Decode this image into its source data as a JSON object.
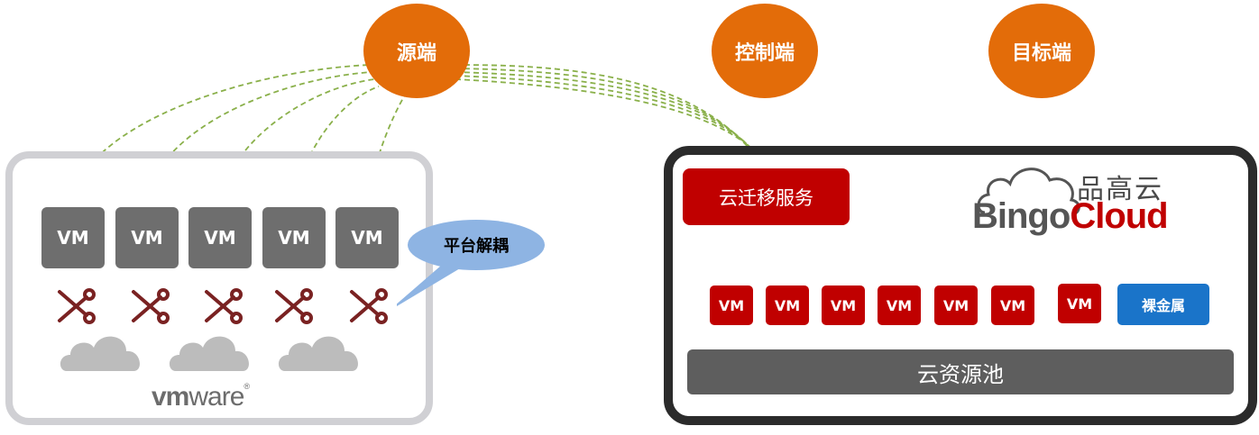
{
  "stages": {
    "source": "源端",
    "control": "控制端",
    "target": "目标端"
  },
  "source_platform": {
    "vms": [
      "VM",
      "VM",
      "VM",
      "VM",
      "VM"
    ],
    "decouple_label": "平台解耦",
    "logo_text": {
      "vm": "vm",
      "ware": "ware",
      "mark": "®"
    }
  },
  "target_platform": {
    "migration_service": "云迁移服务",
    "brand_cn": "品高云",
    "brand_bingo": "Bingo",
    "brand_cloud": "Cloud",
    "vms": [
      "VM",
      "VM",
      "VM",
      "VM",
      "VM",
      "VM",
      "VM"
    ],
    "bare_metal": "裸金属",
    "resource_pool": "云资源池"
  },
  "colors": {
    "stage": "#e36c09",
    "vm_source": "#6e6e6e",
    "vm_target": "#c00000",
    "bare_metal": "#1a74c9",
    "link": "#8ab04a",
    "scissors": "#7a2222"
  }
}
